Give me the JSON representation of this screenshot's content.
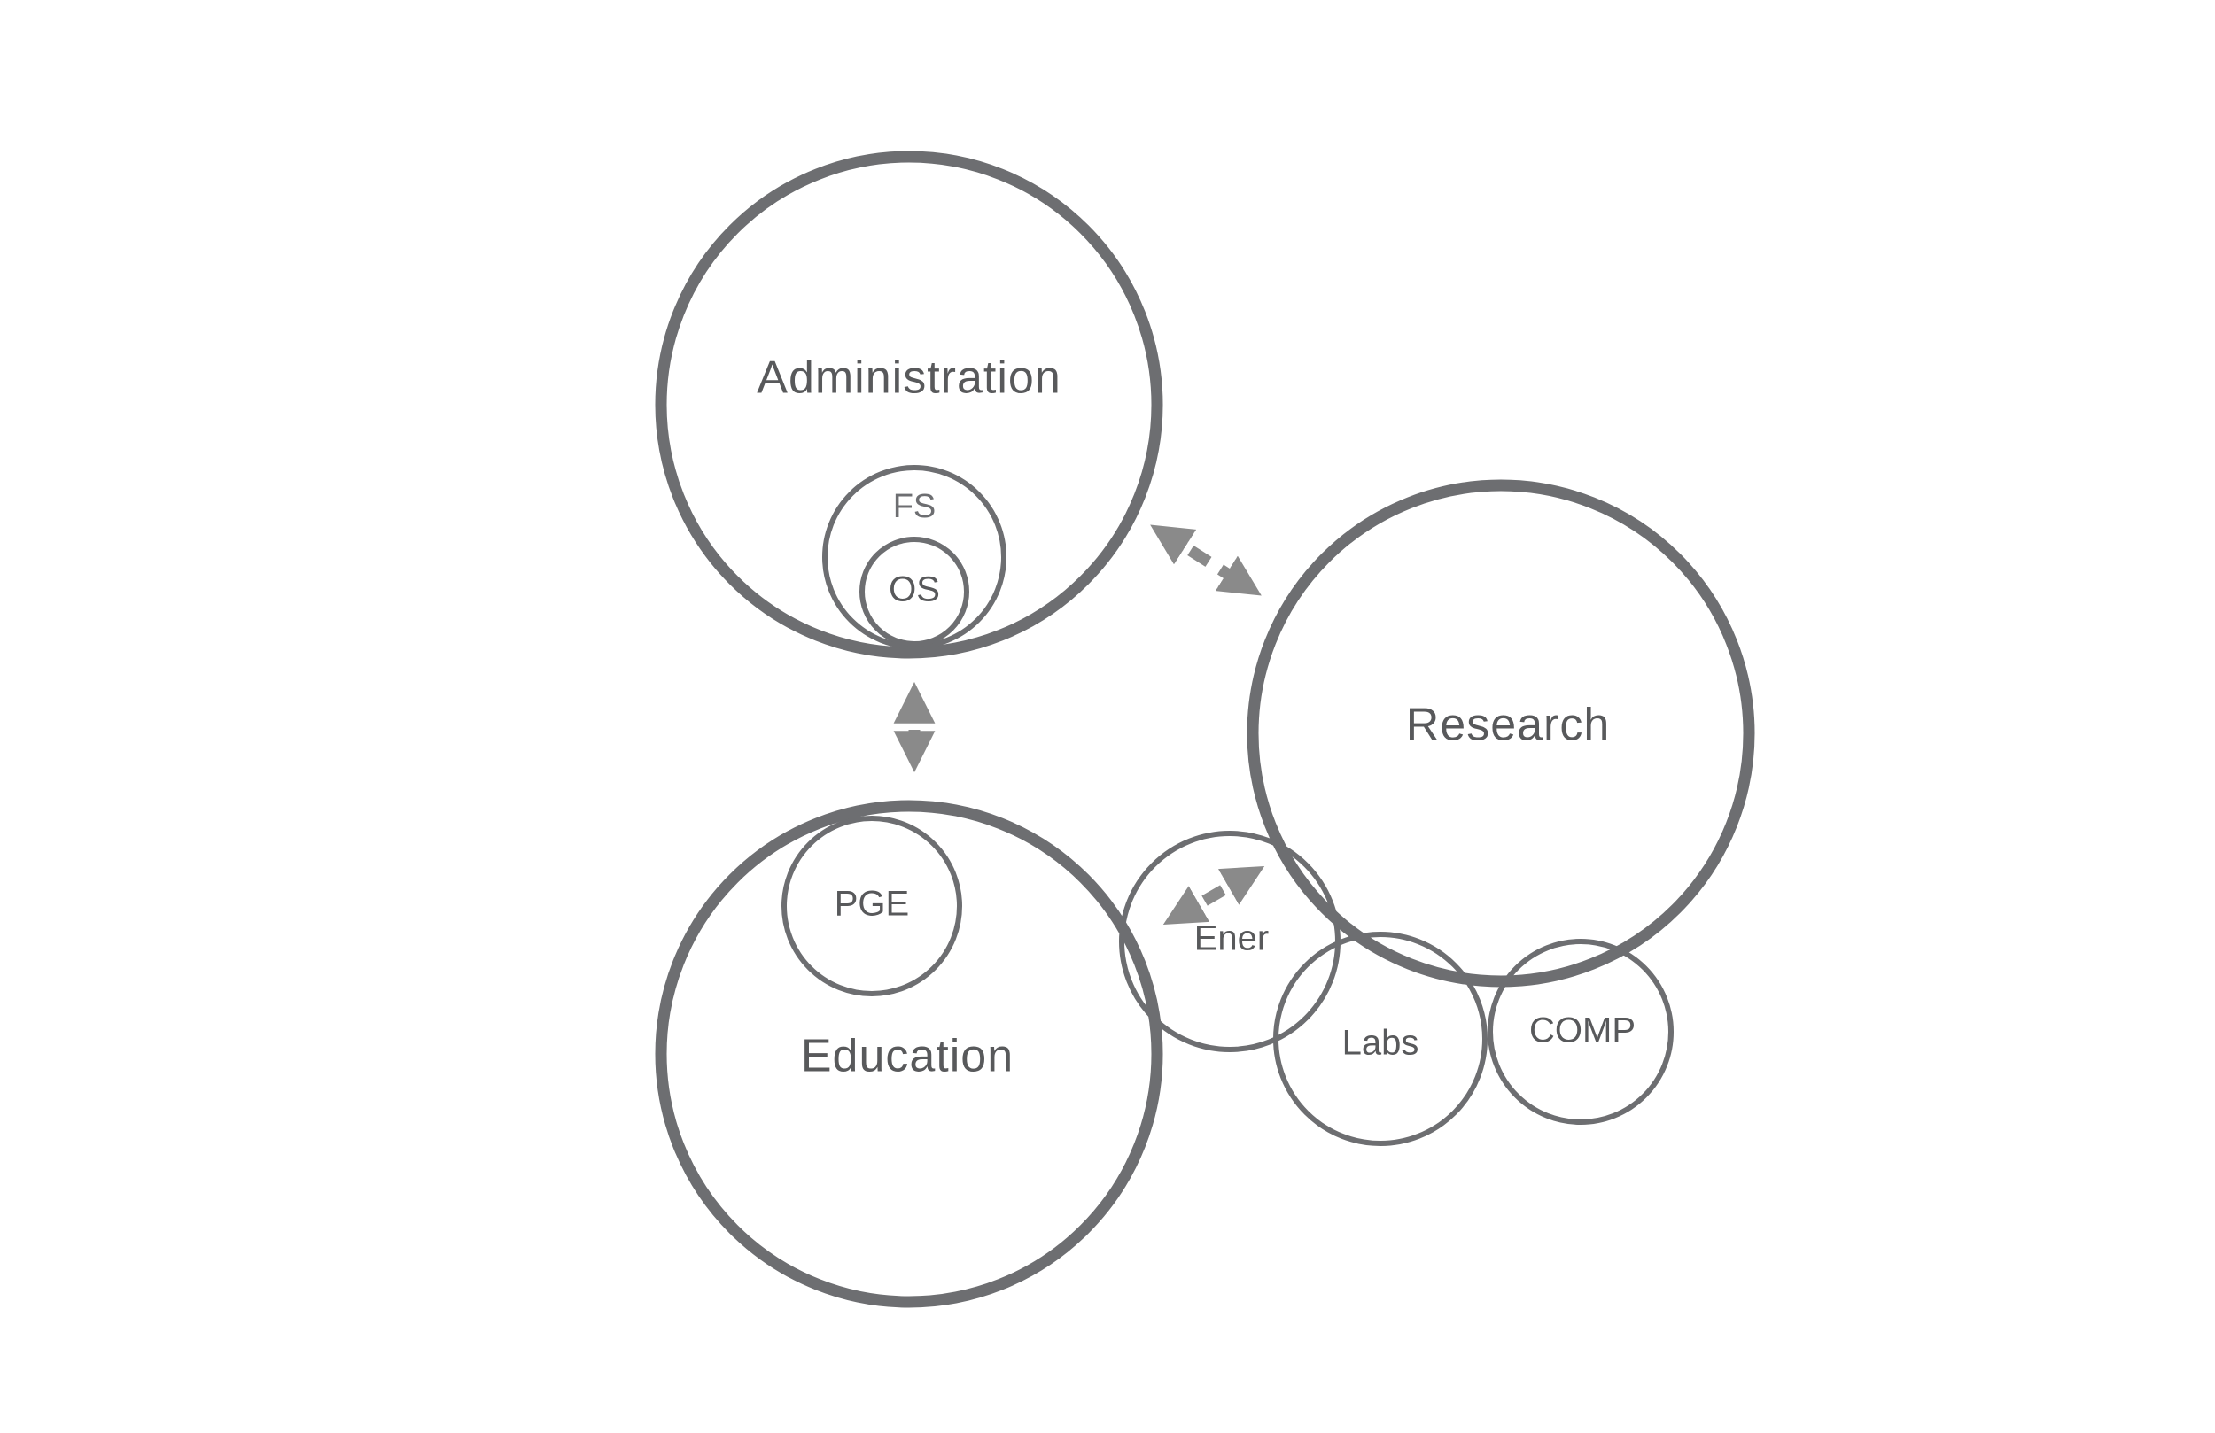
{
  "colors": {
    "circle_stroke": "#6d6e71",
    "label_text": "#58595b",
    "light_label_text": "#6d6e71",
    "arrow": "#8a8a8a",
    "background": "#ffffff"
  },
  "nodes": {
    "administration": {
      "label": "Administration"
    },
    "fs": {
      "label": "FS"
    },
    "os": {
      "label": "OS"
    },
    "research": {
      "label": "Research"
    },
    "education": {
      "label": "Education"
    },
    "pge": {
      "label": "PGE"
    },
    "ener": {
      "label": "Ener"
    },
    "labs": {
      "label": "Labs"
    },
    "comp": {
      "label": "COMP"
    }
  },
  "links": [
    {
      "from": "Administration",
      "to": "Education",
      "style": "dashed",
      "direction": "both"
    },
    {
      "from": "Administration",
      "to": "Research",
      "style": "dashed",
      "direction": "both"
    },
    {
      "from": "Research",
      "to": "Ener",
      "style": "dashed",
      "direction": "both"
    }
  ]
}
